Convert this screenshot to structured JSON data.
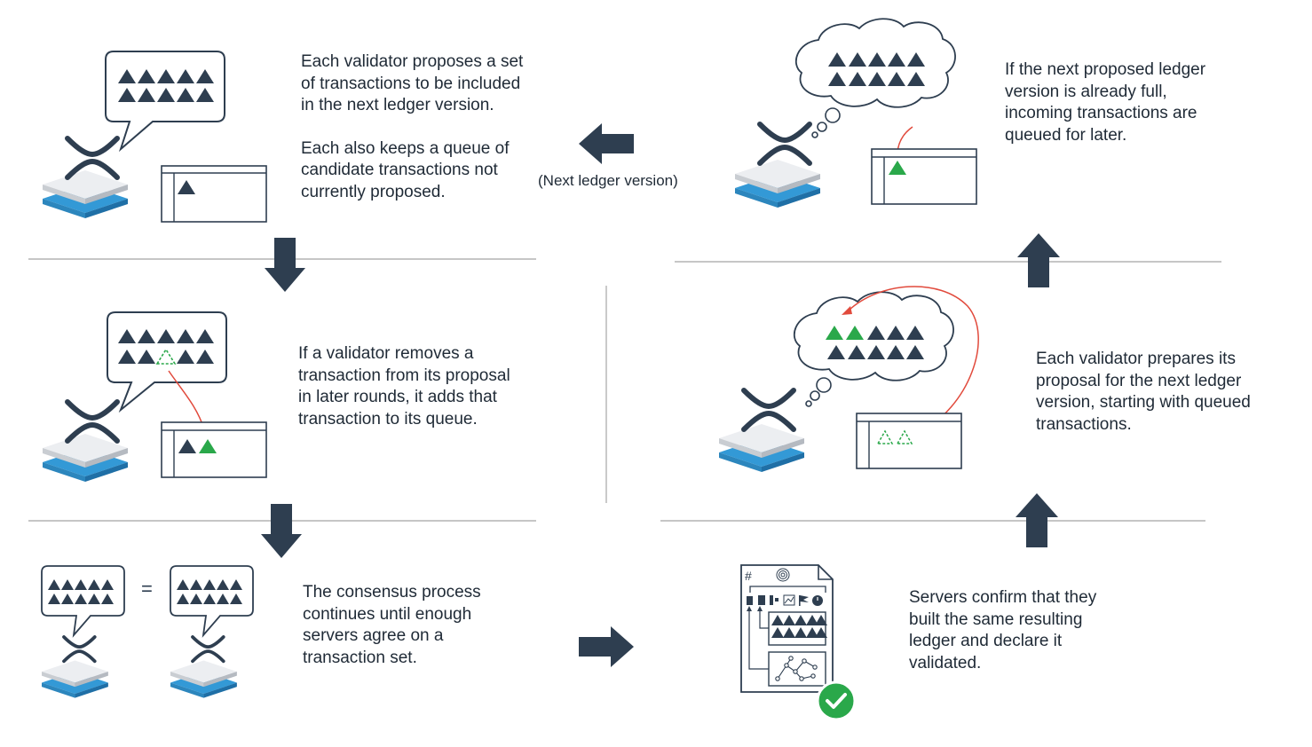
{
  "colors": {
    "navy": "#2e3e50",
    "green": "#2aa84a",
    "red_arrow": "#e14a3c",
    "layer_top": "#e6e8eb",
    "layer_blue": "#3399d6",
    "divider": "#b3b3b3"
  },
  "icons": [
    "xrp-logo-icon",
    "validator-server-icon",
    "speech-bubble-icon",
    "thought-cloud-icon",
    "queue-table-icon",
    "ledger-document-icon",
    "validated-check-icon",
    "flow-arrow-icon"
  ],
  "steps": {
    "propose": {
      "line1": "Each validator proposes a set of transactions to be included in the next ledger version.",
      "line2": "Each also keeps a queue of candidate transactions not currently proposed."
    },
    "remove": {
      "text": "If a validator removes a transaction from its proposal in later rounds, it adds that transaction to its queue."
    },
    "consensus": {
      "text": "The consensus process continues until enough servers agree on a transaction set.",
      "equals": "="
    },
    "validate": {
      "text": "Servers confirm that they built the same resulting ledger and declare it validated.",
      "hash_symbol": "#"
    },
    "prepare": {
      "text": "Each validator prepares its proposal for the next ledger version, starting with queued transactions."
    },
    "full": {
      "text": "If the next proposed ledger version is already full, incoming transactions are queued for later."
    }
  },
  "loop_label": "(Next ledger version)"
}
